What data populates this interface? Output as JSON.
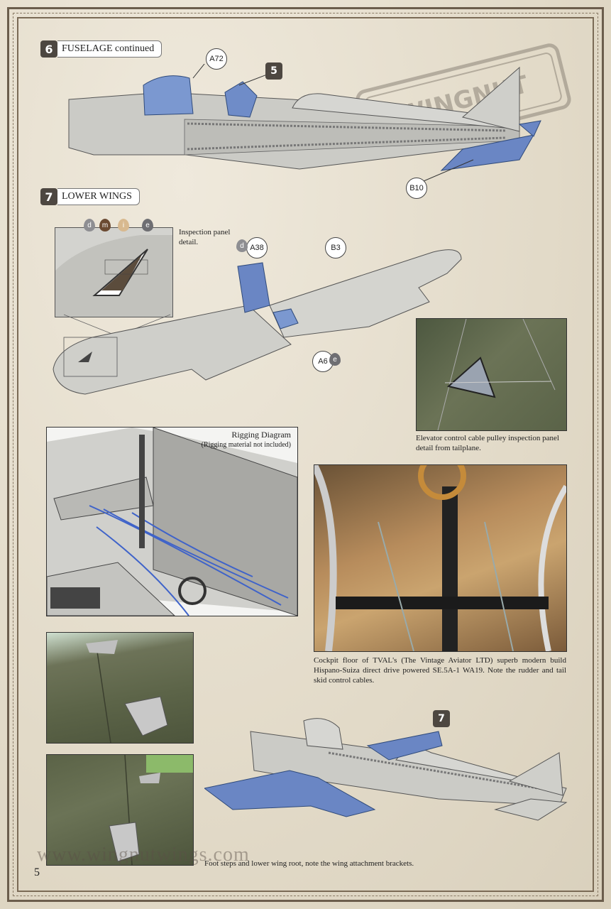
{
  "page_number": "5",
  "website": "www.wingnutwings.com",
  "step6": {
    "number": "6",
    "title": "FUSELAGE continued",
    "callouts": {
      "a72": "A72",
      "step5": "5",
      "b10": "B10"
    }
  },
  "step7": {
    "number": "7",
    "title": "LOWER WINGS",
    "inspection_label": "Inspection panel detail.",
    "paint_drops": [
      "d",
      "m",
      "i",
      "e"
    ],
    "callouts": {
      "a38": "A38",
      "a38_drop": "d",
      "b3": "B3",
      "a6": "A6",
      "a6_drop": "e"
    }
  },
  "photo_elevator": {
    "caption": "Elevator control cable pulley inspection panel detail from tailplane."
  },
  "rigging": {
    "title": "Rigging Diagram",
    "subtitle": "(Rigging material not included)"
  },
  "photo_cockpit": {
    "caption": "Cockpit floor of TVAL's (The Vintage Aviator LTD) superb modern build Hispano-Suiza direct drive powered SE.5A-1 WA19. Note the rudder and tail skid control cables."
  },
  "photo_footsteps": {
    "caption": "Foot steps and lower wing root, note the wing attachment brackets."
  },
  "step7_result": {
    "badge": "7"
  },
  "logo_text": "WINGNUT WINGS",
  "colors": {
    "frame": "#6b5d4c",
    "badge": "#4d4741",
    "part_blue": "#6a86c4",
    "fuselage_grey": "#c9c9c4"
  }
}
